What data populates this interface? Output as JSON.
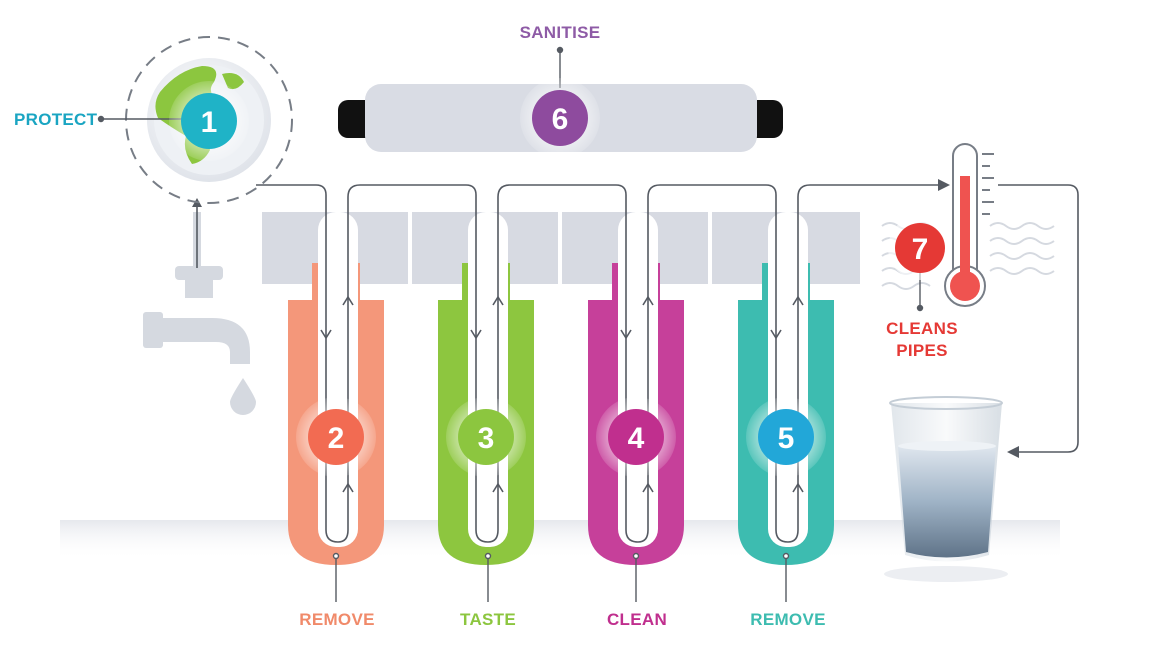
{
  "stages": [
    {
      "number": "1",
      "label": "PROTECT",
      "color": "#1fb3c7",
      "icon": "globe-icon"
    },
    {
      "number": "2",
      "label": "REMOVE",
      "color": "#f26b52",
      "cartridge_color": "#f4977a"
    },
    {
      "number": "3",
      "label": "TASTE",
      "color": "#8cc63f",
      "cartridge_color": "#8dc63f"
    },
    {
      "number": "4",
      "label": "CLEAN",
      "color": "#c02f8e",
      "cartridge_color": "#c6409a"
    },
    {
      "number": "5",
      "label": "REMOVE",
      "color": "#22a7d8",
      "cartridge_color": "#3dbcb0"
    },
    {
      "number": "6",
      "label": "SANITISE",
      "color": "#8e4b9e",
      "icon": "uv-lamp-icon"
    },
    {
      "number": "7",
      "label_line1": "CLEANS",
      "label_line2": "PIPES",
      "color": "#e53935",
      "icon": "thermometer-icon"
    }
  ],
  "label_colors": {
    "protect": "#1aa5c2",
    "remove_1": "#f08a6a",
    "taste": "#8cc63f",
    "clean": "#c02f8e",
    "remove_2": "#3dbcb0",
    "sanitise": "#8e5ba6",
    "cleans_pipes": "#e53935"
  },
  "icons": [
    "tap-icon",
    "water-drop-icon",
    "globe-icon",
    "uv-lamp-icon",
    "thermometer-icon",
    "water-glass-icon",
    "flow-arrow-icon"
  ]
}
